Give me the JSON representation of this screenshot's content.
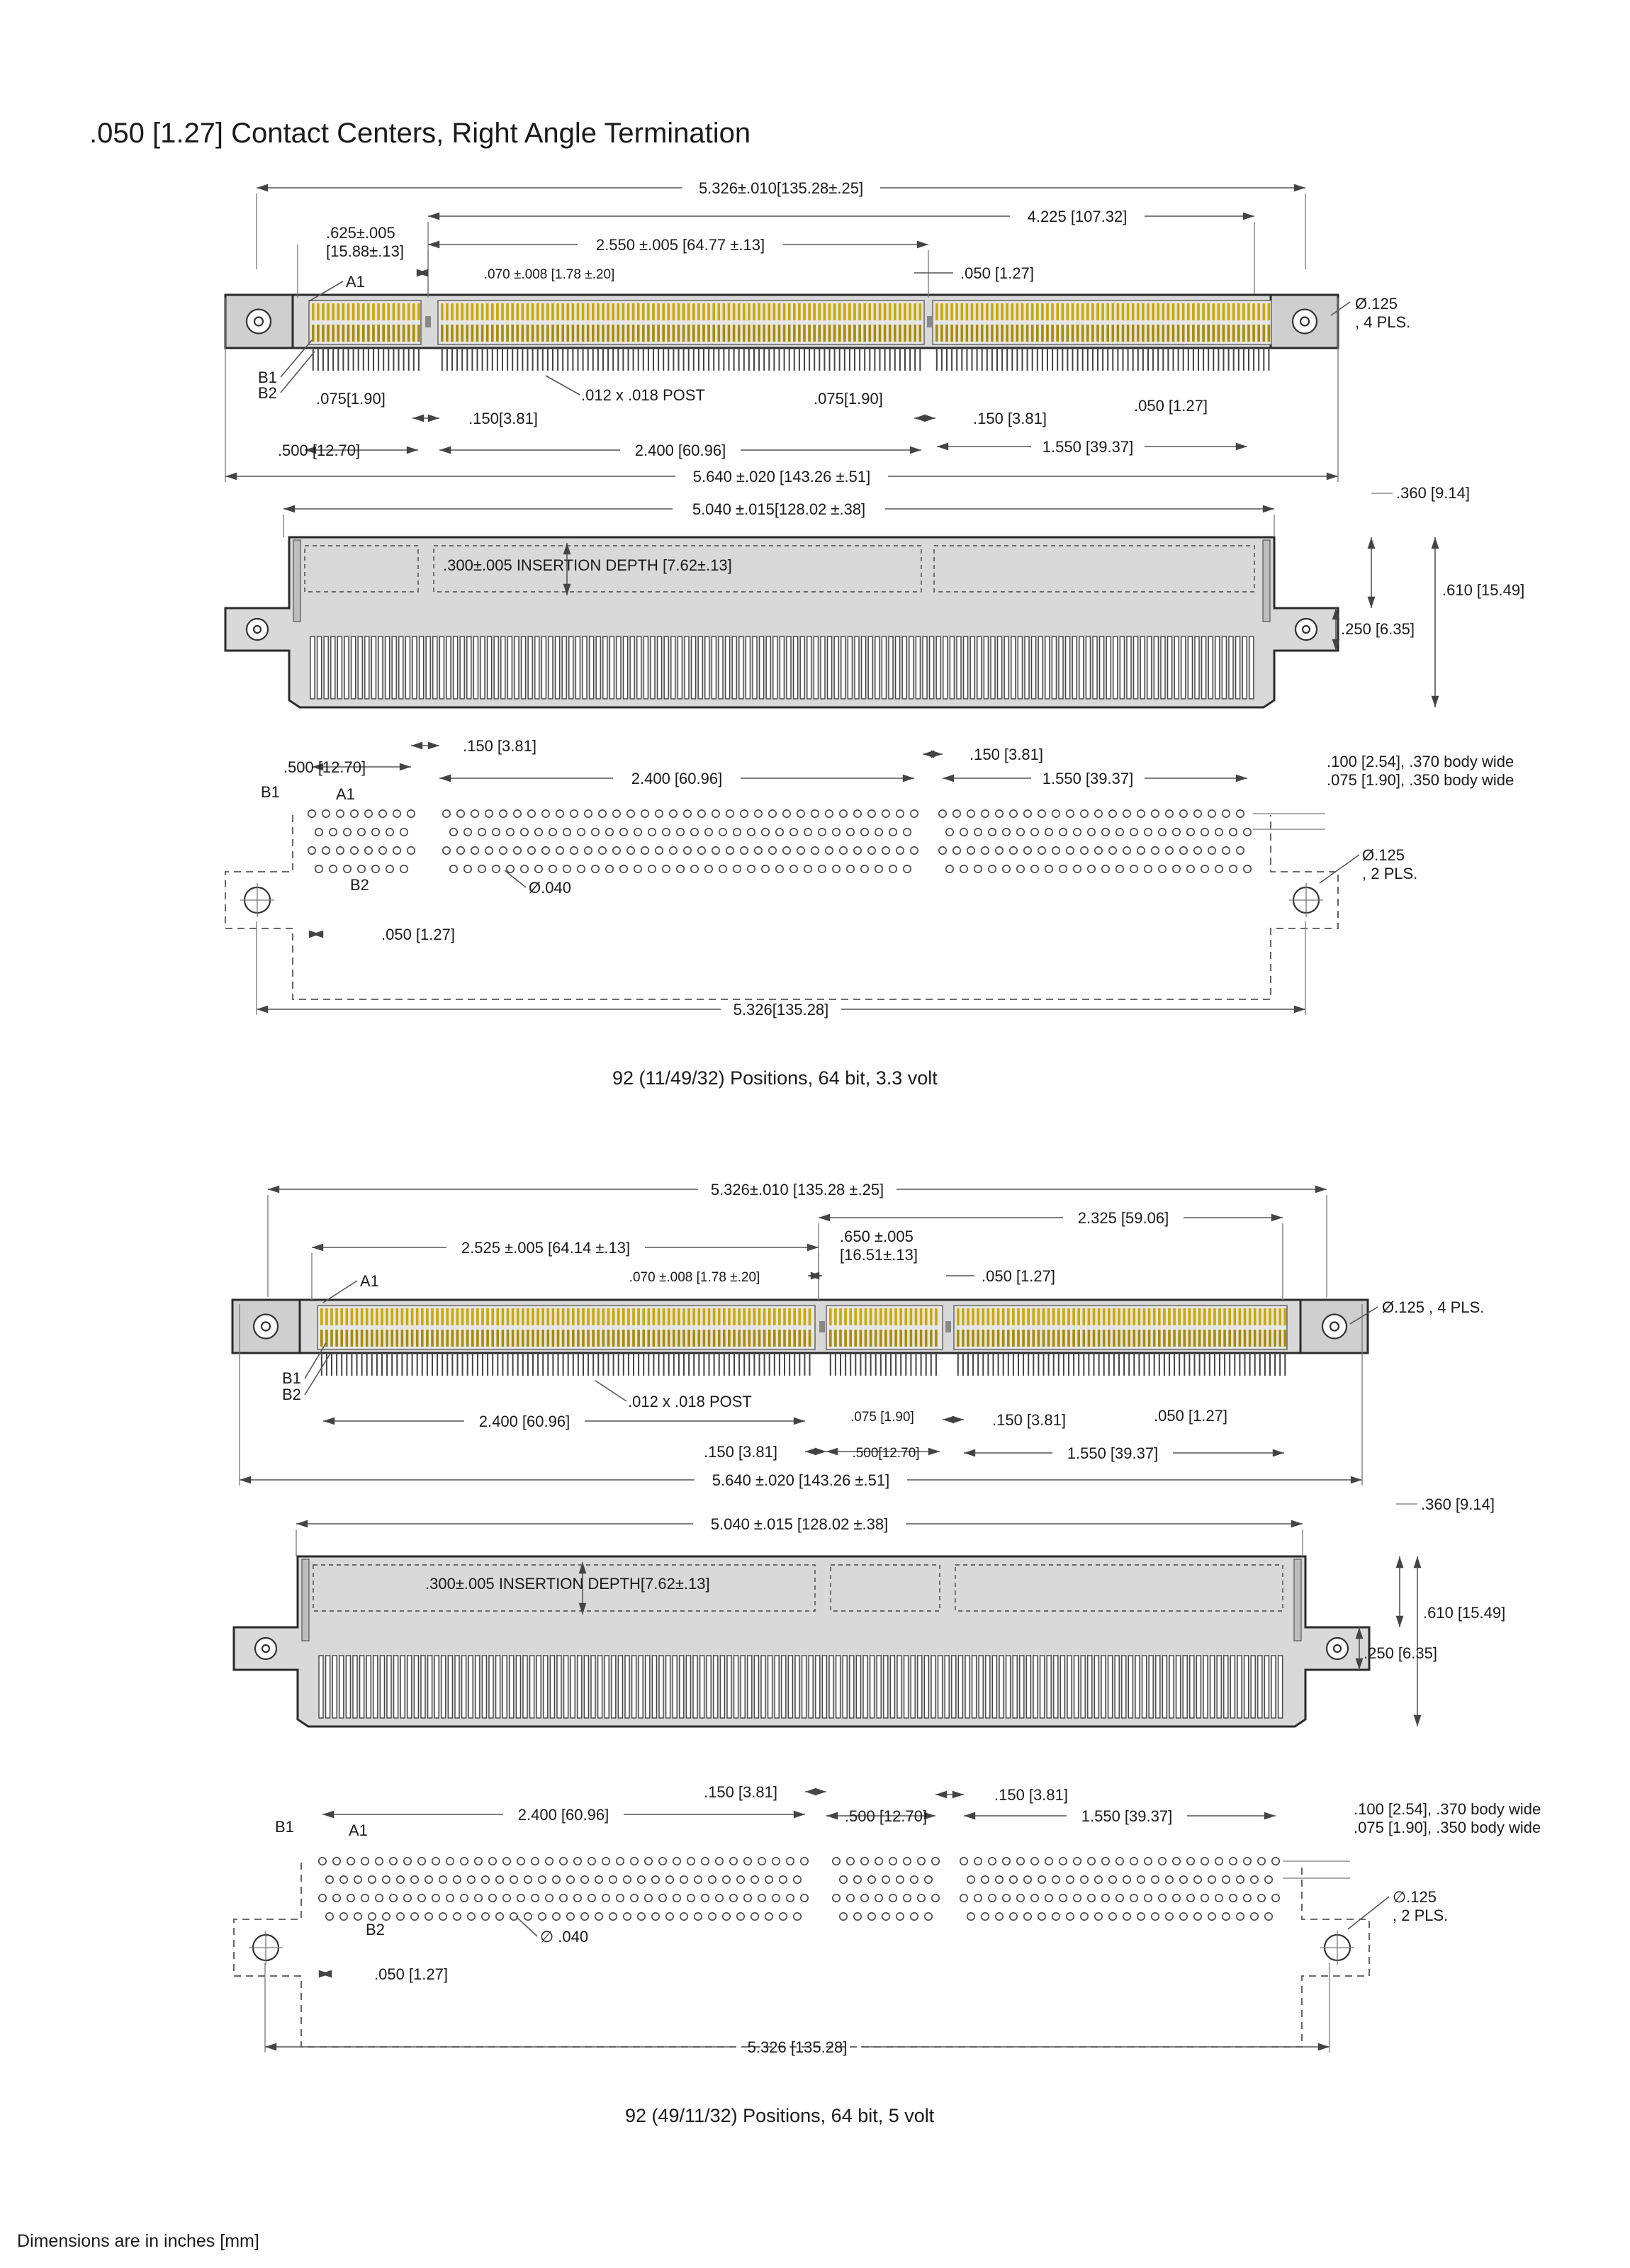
{
  "title": ".050 [1.27] Contact Centers, Right Angle Termination",
  "footer": "Dimensions are in inches [mm]",
  "views": [
    {
      "caption": "92 (11/49/32) Positions, 64 bit, 3.3 volt",
      "top_view": {
        "overall_hole_spacing": "5.326±.010[135.28±.25]",
        "right_span": "4.225 [107.32]",
        "left_offset": ".625±.005\n[15.88±.13]",
        "middle_span": "2.550 ±.005 [64.77 ±.13]",
        "key_width": ".070 ±.008 [1.78 ±.20]",
        "pitch": ".050 [1.27]",
        "hole_dia": "Ø.125\n, 4 PLS.",
        "label_a1": "A1",
        "label_b1": "B1",
        "label_b2": "B2",
        "row_offset_left": ".075[1.90]",
        "post_size": ".012 x .018 POST",
        "row_offset_mid": ".075[1.90]",
        "pitch_bottom": ".050 [1.27]",
        "gap_left": ".150[3.81]",
        "gap_right": ".150 [3.81]",
        "left_block": ".500 [12.70]",
        "mid_block": "2.400 [60.96]",
        "right_block": "1.550 [39.37]",
        "overall_length": "5.640 ±.020 [143.26 ±.51]"
      },
      "side_view": {
        "body_length": "5.040 ±.015[128.02 ±.38]",
        "top_height": ".360 [9.14]",
        "insertion_depth": ".300±.005 INSERTION DEPTH [7.62±.13]",
        "total_height": ".610 [15.49]",
        "ear_height": ".250 [6.35]"
      },
      "footprint": {
        "gap_left": ".150 [3.81]",
        "left_block": ".500 [12.70]",
        "mid_block": "2.400 [60.96]",
        "gap_right": ".150 [3.81]",
        "right_block": "1.550 [39.37]",
        "body_note": ".100 [2.54], .370 body wide\n.075 [1.90], .350 body wide",
        "label_b1": "B1",
        "label_a1": "A1",
        "label_b2": "B2",
        "pad_dia": "Ø.040",
        "hole_dia": "Ø.125\n, 2 PLS.",
        "pitch": ".050 [1.27]",
        "overall": "5.326[135.28]"
      }
    },
    {
      "caption": "92 (49/11/32) Positions, 64 bit, 5 volt",
      "top_view": {
        "overall_hole_spacing": "5.326±.010 [135.28 ±.25]",
        "right_span": "2.325 [59.06]",
        "left_offset": ".650 ±.005\n[16.51±.13]",
        "middle_span": "2.525 ±.005 [64.14 ±.13]",
        "key_width": ".070 ±.008 [1.78 ±.20]",
        "pitch": ".050 [1.27]",
        "hole_dia": "Ø.125 , 4 PLS.",
        "label_a1": "A1",
        "label_b1": "B1",
        "label_b2": "B2",
        "post_size": ".012 x .018 POST",
        "left_block": "2.400 [60.96]",
        "gap_left": ".150 [3.81]",
        "row_offset_mid": ".075 [1.90]",
        "mid_block": ".500[12.70]",
        "gap_right": ".150 [3.81]",
        "pitch_bottom": ".050 [1.27]",
        "right_block": "1.550 [39.37]",
        "overall_length": "5.640 ±.020 [143.26 ±.51]"
      },
      "side_view": {
        "body_length": "5.040 ±.015 [128.02 ±.38]",
        "top_height": ".360 [9.14]",
        "insertion_depth": ".300±.005 INSERTION DEPTH[7.62±.13]",
        "total_height": ".610 [15.49]",
        "ear_height": ".250 [6.35]"
      },
      "footprint": {
        "gap_left": ".150 [3.81]",
        "left_block": "2.400 [60.96]",
        "mid_block": ".500 [12.70]",
        "gap_right": ".150 [3.81]",
        "right_block": "1.550 [39.37]",
        "body_note": ".100 [2.54], .370 body wide\n.075 [1.90], .350 body wide",
        "label_b1": "B1",
        "label_a1": "A1",
        "label_b2": "B2",
        "pad_dia": "∅ .040",
        "hole_dia": "∅.125\n, 2 PLS.",
        "pitch": ".050 [1.27]",
        "overall": "5.326 [135.28]"
      }
    }
  ]
}
